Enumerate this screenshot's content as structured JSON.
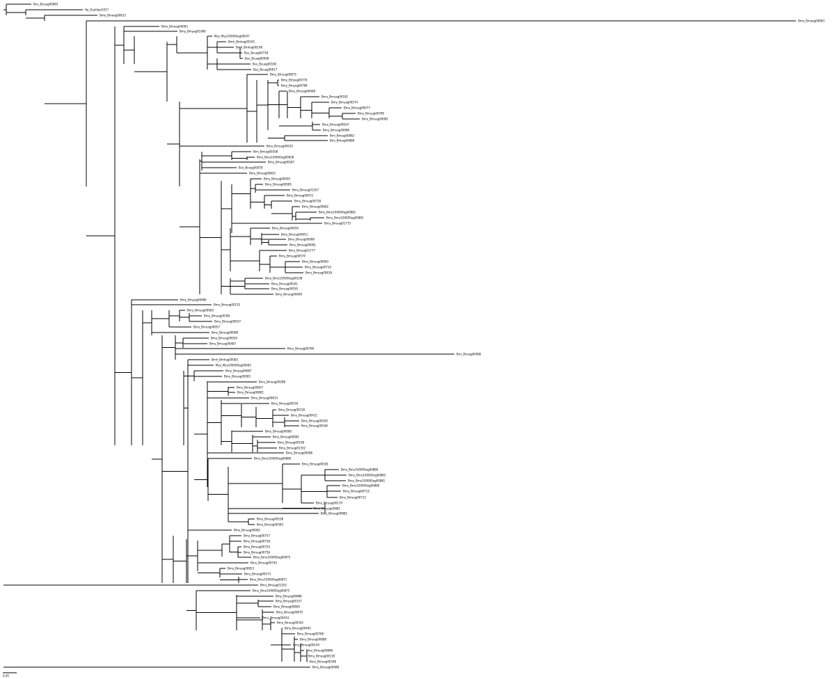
{
  "scale_bar": {
    "label": "0.05"
  },
  "tips": [
    {
      "label": "Bnu_Bnuag00883"
    },
    {
      "label": "Hp_ExpVipsG017"
    },
    {
      "label": "Bmo_Bmoag00633"
    },
    {
      "label": "Bmo_Bmoag00683"
    },
    {
      "label": "Bmo_Bmoag00092"
    },
    {
      "label": "Bmy_Bmyag01680"
    },
    {
      "label": "Mys_Mys100000ag00037"
    },
    {
      "label": "Bmh_Bmhag00165"
    },
    {
      "label": "Bmh_Bmhag00168"
    },
    {
      "label": "Bsu_Bsuag00718"
    },
    {
      "label": "Bsu_Bsuag00008"
    },
    {
      "label": "Bsu_Bsuag00182"
    },
    {
      "label": "Bsu_Bsuag00017"
    },
    {
      "label": "Bmu_Bmuag00875"
    },
    {
      "label": "Bmy_Bmyag00774"
    },
    {
      "label": "Bmy_Bmyag00768"
    },
    {
      "label": "Bmu_Bmuag00068"
    },
    {
      "label": "Bmu_Bmuag00182"
    },
    {
      "label": "Bmu_Bmuag00574"
    },
    {
      "label": "Bmu_Bmuag00077"
    },
    {
      "label": "Bmu_Bmuag00780"
    },
    {
      "label": "Bmu_Bmuag00081"
    },
    {
      "label": "Bmu_Bmuag00024"
    },
    {
      "label": "Bmu_Bmuag00086"
    },
    {
      "label": "Bmi_Bmiag00882"
    },
    {
      "label": "Bmi_Bmiag00888"
    },
    {
      "label": "Bmu_Bmuag00035"
    },
    {
      "label": "Bmi_Bmiag00508"
    },
    {
      "label": "Bmu_Bmu100000ag00828"
    },
    {
      "label": "Bmu_Bmuag00587"
    },
    {
      "label": "Bco_Bcoag00078"
    },
    {
      "label": "Bmu_Bmuag00825"
    },
    {
      "label": "Bmu_Bmuag00005"
    },
    {
      "label": "Bmu_Bmuag00085"
    },
    {
      "label": "Bmu_Bmuag01357"
    },
    {
      "label": "Bmu_Bmuag00072"
    },
    {
      "label": "Bmu_Bmuag00728"
    },
    {
      "label": "Bmu_Bmuag00682"
    },
    {
      "label": "Bmu_Bmu100000ag00881"
    },
    {
      "label": "Bmu_Bmu100000ag00882"
    },
    {
      "label": "Bmu_Bmuag01775"
    },
    {
      "label": "Bmu_Bmuag00050"
    },
    {
      "label": "Bmu_Bmuag00853"
    },
    {
      "label": "Bmu_Bmuag00086"
    },
    {
      "label": "Bmu_Bmuag00081"
    },
    {
      "label": "Bmu_Bmuag01777"
    },
    {
      "label": "Bmu_Bmuag00570"
    },
    {
      "label": "Bmu_Bmuag00083"
    },
    {
      "label": "Bmu_Bmuag00710"
    },
    {
      "label": "Bmu_Bmuag00818"
    },
    {
      "label": "Bmu_Bmu100000ag00538"
    },
    {
      "label": "Bmu_Bmuag00541"
    },
    {
      "label": "Bmu_Bmuag00050"
    },
    {
      "label": "Bmu_Bmuag00060"
    },
    {
      "label": "Bmy_Bmyag00680"
    },
    {
      "label": "Bmu_Bmuag00125"
    },
    {
      "label": "Bmu_Bmuag00083"
    },
    {
      "label": "Bmu_Bmuag00381"
    },
    {
      "label": "Bmu_Bmuag00037"
    },
    {
      "label": "Bmu_Bmuag00057"
    },
    {
      "label": "Bmu_Bmuag00088"
    },
    {
      "label": "Bmu_Bmuag00050"
    },
    {
      "label": "Bmu_Bmuag00487"
    },
    {
      "label": "Bmu_Bmuag00768"
    },
    {
      "label": "Bnu_Bnuag00086"
    },
    {
      "label": "Bmh_Bmhag00083"
    },
    {
      "label": "Mys_Mys100000ag00083"
    },
    {
      "label": "Bmy_Bmyag00867"
    },
    {
      "label": "Bmu_Bmuag00083"
    },
    {
      "label": "Bmu_Bmuag00288"
    },
    {
      "label": "Bmu_Bmuag00857"
    },
    {
      "label": "Bmu_Bmuag00881"
    },
    {
      "label": "Bmu_Bmuag00814"
    },
    {
      "label": "Bmu_Bmuag00018"
    },
    {
      "label": "Bmu_Bmuag00158"
    },
    {
      "label": "Bmu_Bmuag00411"
    },
    {
      "label": "Bmu_Bmuag00185"
    },
    {
      "label": "Bmu_Bmuag00186"
    },
    {
      "label": "Bmu_Bmuag00080"
    },
    {
      "label": "Bmu_Bmuag00081"
    },
    {
      "label": "Bmu_Bmuag00108"
    },
    {
      "label": "Bmu_Bmuag01352"
    },
    {
      "label": "Bmu_Bmuag00088"
    },
    {
      "label": "Bmu_Bmu100000ag00880"
    },
    {
      "label": "Bmu_Bmuag00181"
    },
    {
      "label": "Bmu_Bmu100000ag00880"
    },
    {
      "label": "Bmu_Bmu100000ag00883"
    },
    {
      "label": "Bmu_Bmu100000ag00881"
    },
    {
      "label": "Bmu_Bmu100000ag00880"
    },
    {
      "label": "Bmu_Bmuag00715"
    },
    {
      "label": "Bmu_Bmuag00712"
    },
    {
      "label": "Bmu_Bmuag00170"
    },
    {
      "label": "Bmu_Bmuag00881"
    },
    {
      "label": "Bmu_Bmuag00882"
    },
    {
      "label": "Bmu_Bmuag00538"
    },
    {
      "label": "Bmu_Bmuag00383"
    },
    {
      "label": "Bmu_Bmuag00082"
    },
    {
      "label": "Bmu_Bmuag00757"
    },
    {
      "label": "Bmu_Bmuag00758"
    },
    {
      "label": "Bmu_Bmuag00755"
    },
    {
      "label": "Bmu_Bmuag00756"
    },
    {
      "label": "Bmu_Bmu100000ag00875"
    },
    {
      "label": "Bmu_Bmuag00745"
    },
    {
      "label": "Bmu_Bmuag00853"
    },
    {
      "label": "Bmu_Bmuag00573"
    },
    {
      "label": "Bmu_Bmu100000ag00871"
    },
    {
      "label": "Bmu_Bmuag01352"
    },
    {
      "label": "Bmu_Bmu100000ag00875"
    },
    {
      "label": "Bmy_Bmyag00888"
    },
    {
      "label": "Bmy_Bmyag00157"
    },
    {
      "label": "Bmu_Bmuag00865"
    },
    {
      "label": "Bmu_Bmuag00870"
    },
    {
      "label": "Bmu_Bmuag00424"
    },
    {
      "label": "Bmu_Bmuag00342"
    },
    {
      "label": "Bmu_Bmuag00441"
    },
    {
      "label": "Bmu_Bmuag00768"
    },
    {
      "label": "Bmu_Bmuag00888"
    },
    {
      "label": "Bmu_Bmuag00144"
    },
    {
      "label": "Bmu_Bmuag00888"
    },
    {
      "label": "Bmu_Bmuag00138"
    },
    {
      "label": "Bmu_Bmuag00348"
    },
    {
      "label": "Bmu_Bmuag00488"
    }
  ]
}
